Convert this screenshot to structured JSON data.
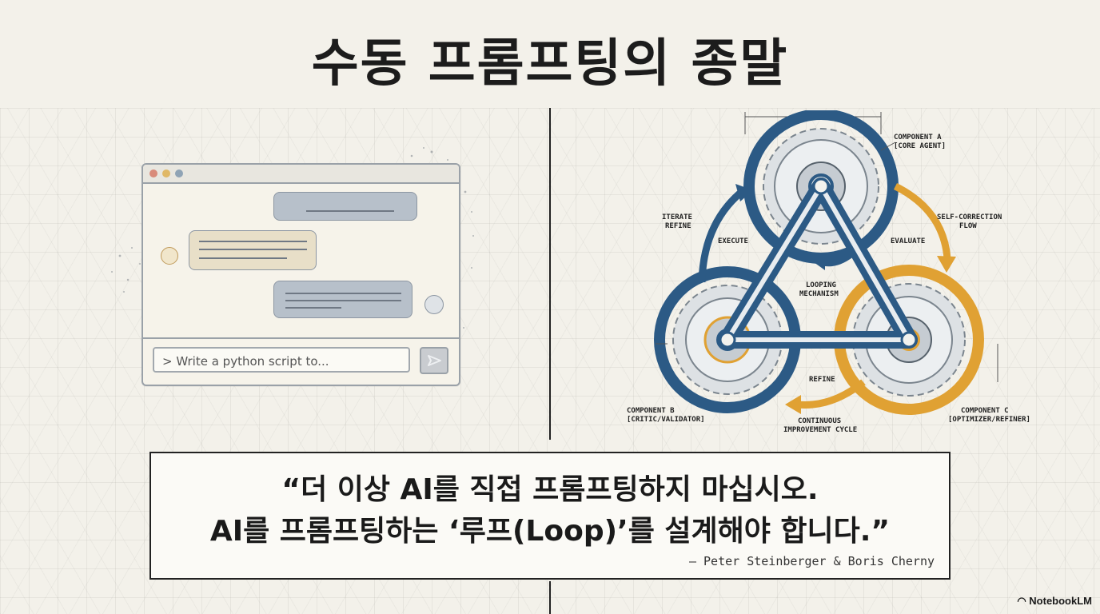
{
  "title": "수동 프롬프팅의 종말",
  "chat": {
    "input_text": "> Write a python script to..."
  },
  "diagram": {
    "component_a": "COMPONENT A",
    "component_a_sub": "[CORE AGENT]",
    "component_b": "COMPONENT B",
    "component_b_sub": "[CRITIC/VALIDATOR]",
    "component_c": "COMPONENT C",
    "component_c_sub": "[OPTIMIZER/REFINER]",
    "iterate": "ITERATE",
    "refine_left": "REFINE",
    "execute": "EXECUTE",
    "evaluate": "EVALUATE",
    "self_correction": "SELF-CORRECTION",
    "flow": "FLOW",
    "looping": "LOOPING",
    "mechanism": "MECHANISM",
    "refine_bottom": "REFINE",
    "continuous": "CONTINUOUS",
    "improvement_cycle": "IMPROVEMENT CYCLE",
    "colors": {
      "blue": "#2c5a85",
      "gold": "#e0a133",
      "gray": "#9aa3ab"
    }
  },
  "quote": {
    "line1": "“더 이상 AI를 직접 프롬프팅하지 마십시오.",
    "line2": "AI를 프롬프팅하는 ‘루프(Loop)’를 설계해야 합니다.”",
    "author": "— Peter Steinberger & Boris Cherny"
  },
  "watermark": "NotebookLM"
}
